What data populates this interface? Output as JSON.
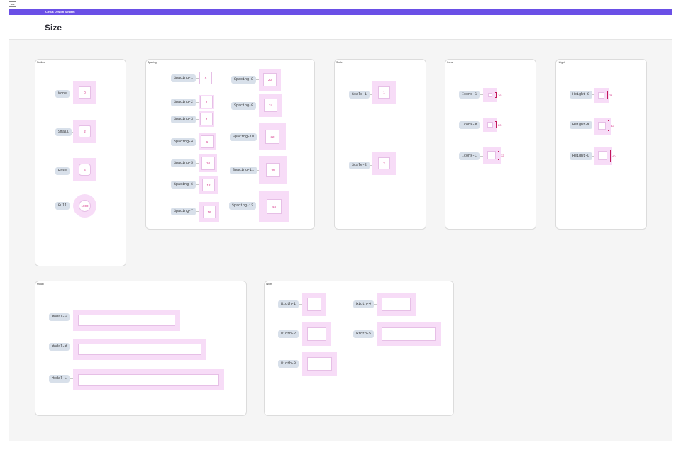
{
  "frame_tab": "Size",
  "brand": "Cirrus Design System",
  "page_title": "Size",
  "radius": {
    "label": "Radius",
    "items": [
      {
        "name": "None",
        "value": "0"
      },
      {
        "name": "Small",
        "value": "2"
      },
      {
        "name": "Base",
        "value": "4"
      },
      {
        "name": "Full",
        "value": "1000"
      }
    ]
  },
  "spacing": {
    "label": "Spacing",
    "items": [
      {
        "name": "Spacing-1",
        "value": "0"
      },
      {
        "name": "Spacing-2",
        "value": "2"
      },
      {
        "name": "Spacing-3",
        "value": "4"
      },
      {
        "name": "Spacing-4",
        "value": "6"
      },
      {
        "name": "Spacing-5",
        "value": "10"
      },
      {
        "name": "Spacing-6",
        "value": "12"
      },
      {
        "name": "Spacing-7",
        "value": "16"
      },
      {
        "name": "Spacing-8",
        "value": "20"
      },
      {
        "name": "Spacing-9",
        "value": "24"
      },
      {
        "name": "Spacing-10",
        "value": "32"
      },
      {
        "name": "Spacing-11",
        "value": "35"
      },
      {
        "name": "Spacing-12",
        "value": "48"
      }
    ]
  },
  "scale": {
    "label": "Scale",
    "items": [
      {
        "name": "Scale-1",
        "value": "1"
      },
      {
        "name": "Scale-2",
        "value": "2"
      }
    ]
  },
  "icons": {
    "label": "Icons",
    "items": [
      {
        "name": "Icons-S",
        "value": "16"
      },
      {
        "name": "Icons-M",
        "value": "20"
      },
      {
        "name": "Icons-L",
        "value": "32"
      }
    ]
  },
  "height": {
    "label": "Height",
    "items": [
      {
        "name": "Height-S",
        "value": "24"
      },
      {
        "name": "Height-M",
        "value": "32"
      },
      {
        "name": "Height-L",
        "value": "40"
      }
    ]
  },
  "modals": {
    "label": "Modal",
    "items": [
      {
        "name": "Modal-S"
      },
      {
        "name": "Modal-M"
      },
      {
        "name": "Modal-L"
      }
    ]
  },
  "width": {
    "label": "Width",
    "items": [
      {
        "name": "Width-1"
      },
      {
        "name": "Width-2"
      },
      {
        "name": "Width-3"
      },
      {
        "name": "Width-4"
      },
      {
        "name": "Width-5"
      }
    ]
  }
}
